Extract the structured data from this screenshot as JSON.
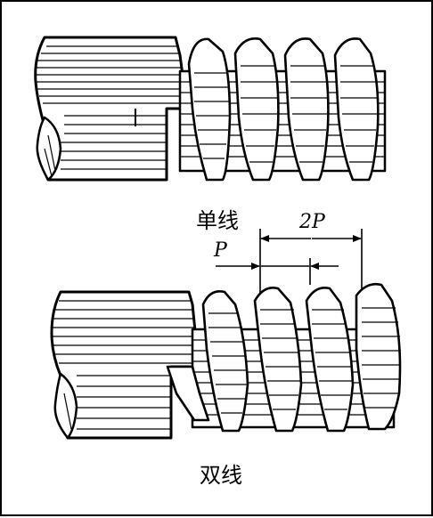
{
  "labels": {
    "single": "单线",
    "double": "双线",
    "pitch": "P",
    "double_pitch": "2P"
  },
  "colors": {
    "ink": "#000000",
    "paper": "#ffffff"
  }
}
